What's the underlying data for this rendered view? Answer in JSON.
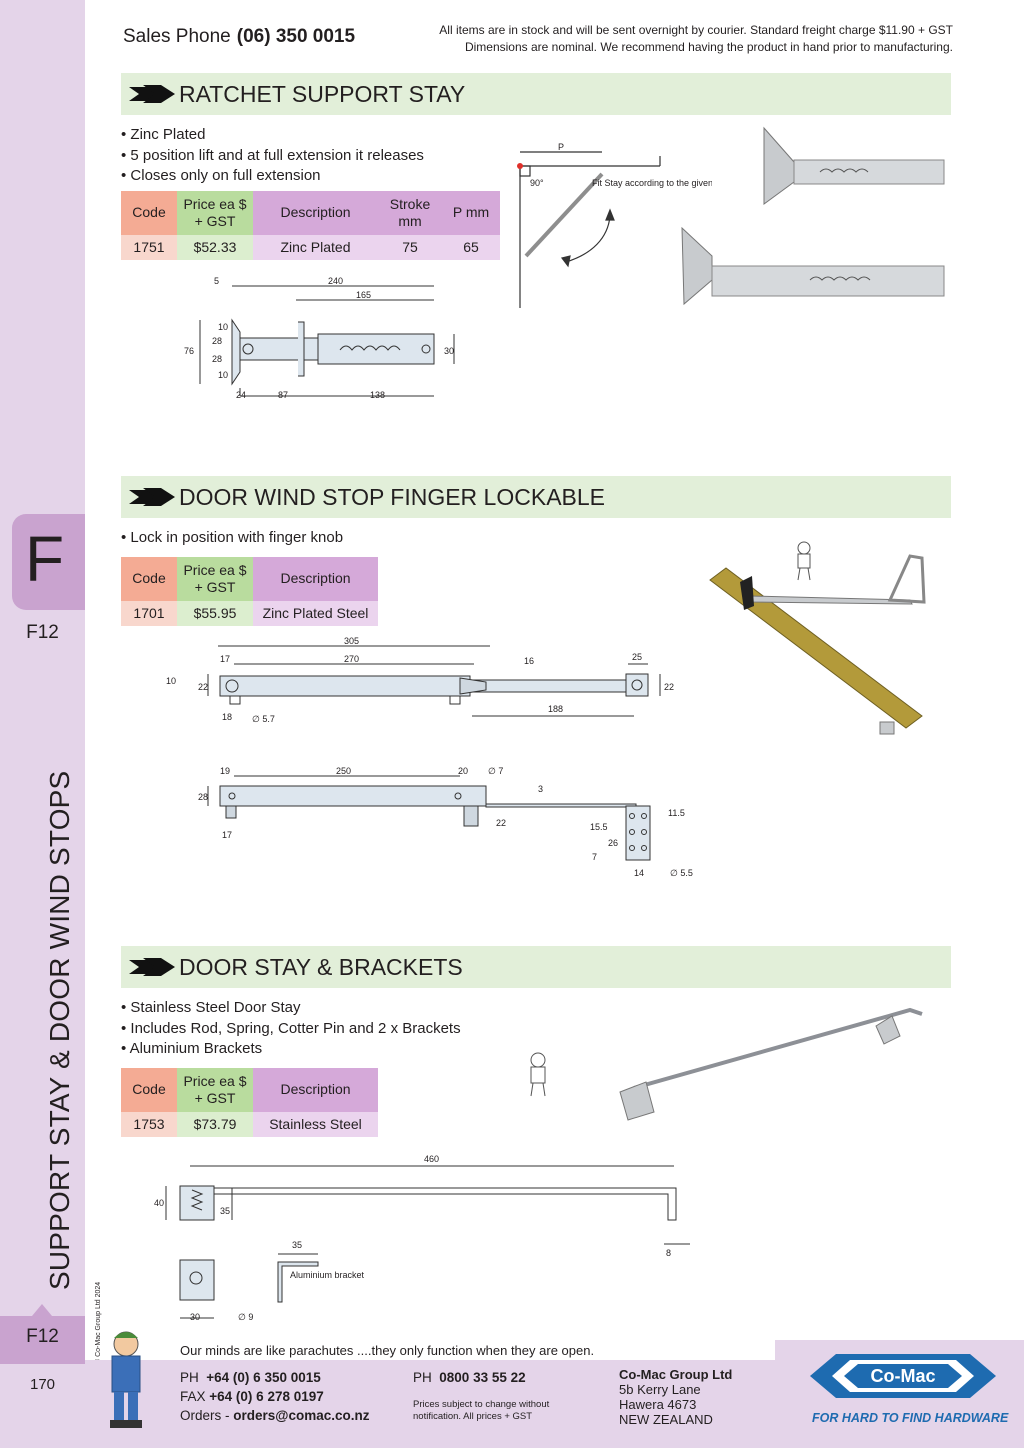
{
  "header": {
    "sales_label": "Sales Phone",
    "sales_phone": "(06) 350 0015",
    "notice_line1": "All items are in stock and will be sent overnight by courier. Standard freight charge $11.90 + GST",
    "notice_line2": "Dimensions are nominal. We recommend having the product in hand prior to manufacturing."
  },
  "sidebar": {
    "tab_letter": "F",
    "code_top": "F12",
    "title": "SUPPORT STAY & DOOR WIND STOPS",
    "copyright": "© Co-Mac Group Ltd 2024",
    "code_bottom": "F12",
    "page_number": "170"
  },
  "sections": [
    {
      "title": "RATCHET SUPPORT STAY",
      "bullets": [
        "Zinc Plated",
        "5 position lift and at full extension it releases",
        "Closes only on full extension"
      ],
      "headers": [
        "Code",
        "Price ea $ + GST",
        "Description",
        "Stroke mm",
        "P mm"
      ],
      "row": [
        "1751",
        "$52.33",
        "Zinc Plated",
        "75",
        "65"
      ],
      "diagram_note": "Fit Stay according to the given P dimension",
      "diagram_p": "P",
      "diagram_angle": "90°",
      "dims": [
        "5",
        "240",
        "165",
        "10",
        "28",
        "28",
        "10",
        "76",
        "30",
        "24",
        "87",
        "138"
      ]
    },
    {
      "title": "DOOR WIND STOP FINGER LOCKABLE",
      "bullets": [
        "Lock in position with finger knob"
      ],
      "headers": [
        "Code",
        "Price ea $ + GST",
        "Description"
      ],
      "row": [
        "1701",
        "$55.95",
        "Zinc Plated Steel"
      ],
      "dims_top": [
        "305",
        "17",
        "270",
        "16",
        "25",
        "10",
        "22",
        "22",
        "18",
        "∅ 5.7",
        "188"
      ],
      "dims_bottom": [
        "19",
        "250",
        "20",
        "∅ 7",
        "28",
        "3",
        "17",
        "22",
        "11.5",
        "15.5",
        "26",
        "7",
        "14",
        "∅ 5.5"
      ]
    },
    {
      "title": "DOOR STAY & BRACKETS",
      "bullets": [
        "Stainless Steel Door Stay",
        "Includes Rod, Spring, Cotter Pin and 2 x Brackets",
        "Aluminium Brackets"
      ],
      "headers": [
        "Code",
        "Price ea $ + GST",
        "Description"
      ],
      "row": [
        "1753",
        "$73.79",
        "Stainless Steel"
      ],
      "dims": [
        "460",
        "40",
        "35",
        "8",
        "35",
        "30",
        "∅ 9"
      ],
      "bracket_label": "Aluminium bracket"
    }
  ],
  "footer": {
    "motto": "Our minds are like  parachutes ....they only function when they are open.",
    "ph_label": "PH",
    "ph": "+64 (0) 6 350 0015",
    "fax_label": "FAX",
    "fax": "+64 (0) 6 278 0197",
    "orders_label": "Orders -",
    "orders": "orders@comac.co.nz",
    "ph2_label": "PH",
    "ph2": "0800 33 55 22",
    "disclaimer_line1": "Prices subject to change without",
    "disclaimer_line2": "notification. All prices + GST",
    "company": "Co-Mac Group Ltd",
    "address1": "5b Kerry Lane",
    "address2": "Hawera 4673",
    "address3": "NEW ZEALAND",
    "logo_text": "Co-Mac",
    "tagline": "FOR HARD TO FIND HARDWARE"
  },
  "colors": {
    "sidebar": "#e4d4e9",
    "tab": "#c9a3cf",
    "section_header": "#e2efd9",
    "code_header": "#f4ab94",
    "price_header": "#b9dc9e",
    "desc_header": "#d5a9d9",
    "logo_blue": "#1e6bb0"
  }
}
